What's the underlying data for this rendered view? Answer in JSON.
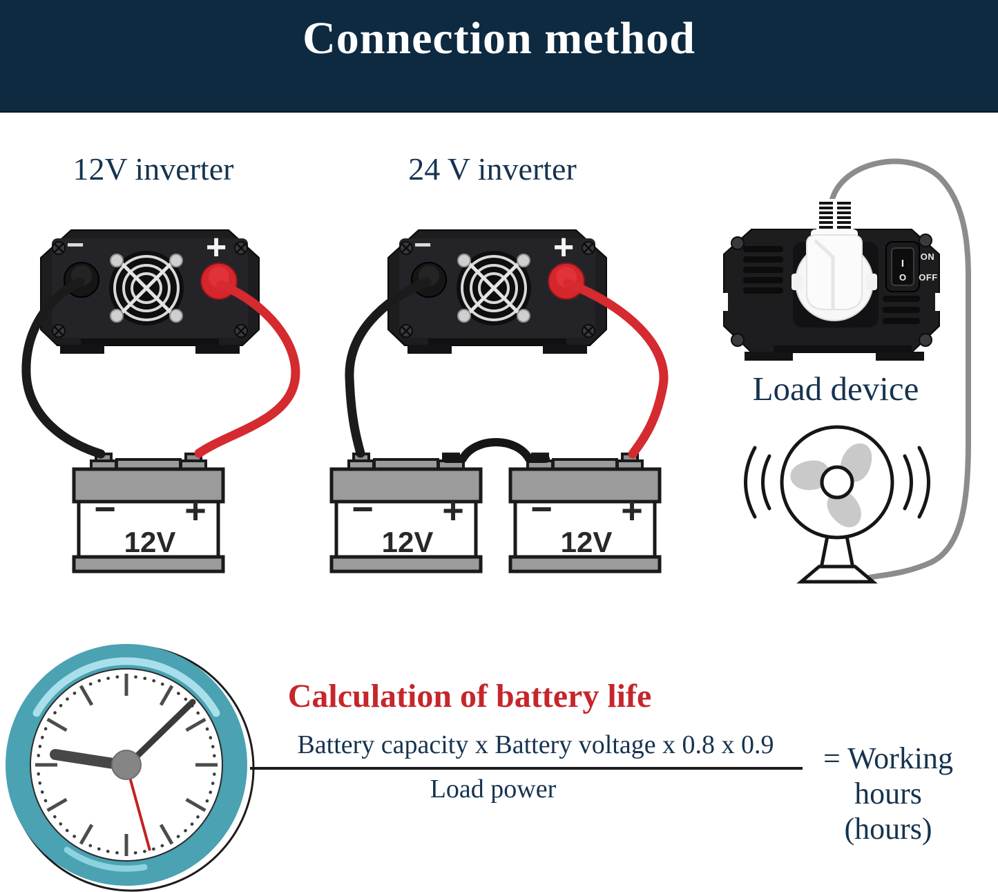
{
  "header": {
    "title": "Connection method"
  },
  "diagram": {
    "inverter12_label": "12V inverter",
    "inverter24_label": "24 V inverter",
    "load_device_label": "Load device",
    "inverter_terminals": {
      "minus": "−",
      "plus": "+"
    },
    "batteries": [
      {
        "minus": "−",
        "plus": "+",
        "voltage": "12V"
      },
      {
        "minus": "−",
        "plus": "+",
        "voltage": "12V"
      },
      {
        "minus": "−",
        "plus": "+",
        "voltage": "12V"
      }
    ],
    "power_switch": {
      "on": "ON",
      "off": "OFF",
      "rocker_top": "I",
      "rocker_bottom": "O"
    }
  },
  "calculation": {
    "title": "Calculation of battery life",
    "numerator": "Battery capacity x Battery voltage x 0.8 x 0.9",
    "denominator": "Load power",
    "result_line1": "= Working",
    "result_line2": "hours",
    "result_line3": "(hours)"
  },
  "colors": {
    "header_bg": "#0e2a41",
    "title_text": "#ffffff",
    "navy_text": "#16334f",
    "calc_title_red": "#c5262c",
    "cable_red": "#d42a30",
    "cable_black": "#1b1b1b",
    "cable_gray": "#8c8c8c",
    "clock_teal": "#4aa2b2",
    "battery_gray": "#9b9b9b"
  }
}
